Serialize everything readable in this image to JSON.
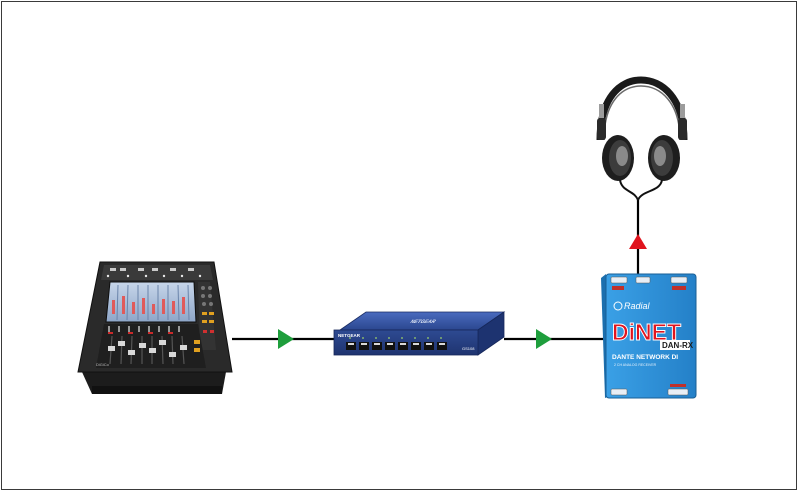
{
  "diagram": {
    "nodes": [
      {
        "id": "mixer",
        "icon": "digital-mixing-console-icon",
        "brand_text": "DiGiCo"
      },
      {
        "id": "switch",
        "icon": "network-switch-icon",
        "brand_text": "NETGEAR",
        "model_text": "GS108"
      },
      {
        "id": "dinet",
        "icon": "radial-dinet-dan-rx-icon",
        "brand_text": "Radial",
        "title_top": "DiNET",
        "title_bottom": "DAN-RX",
        "subtitle": "DANTE NETWORK DI",
        "small_text": "2 CH ANALOG RECEIVER"
      },
      {
        "id": "headphones",
        "icon": "headphones-icon"
      }
    ],
    "connections": [
      {
        "from": "mixer",
        "to": "switch",
        "arrow_color": "#1e9e3c"
      },
      {
        "from": "switch",
        "to": "dinet",
        "arrow_color": "#1e9e3c"
      },
      {
        "from": "dinet",
        "to": "headphones",
        "arrow_color": "#e0141e"
      }
    ],
    "colors": {
      "line": "#000000",
      "arrow_green": "#1e9e3c",
      "arrow_red": "#e0141e",
      "switch_blue": "#2f4f9e",
      "dinet_blue": "#2a8fd8"
    }
  }
}
